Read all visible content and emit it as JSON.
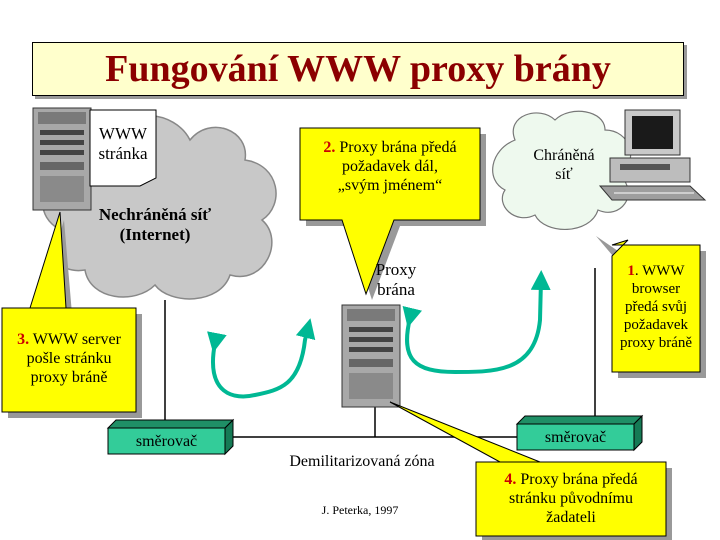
{
  "title": "Fungování WWW proxy brány",
  "webpage": {
    "line1": "WWW",
    "line2": "stránka"
  },
  "unprotected_net": {
    "line1": "Nechráněná síť",
    "line2": "(Internet)"
  },
  "protected_net": {
    "line1": "Chráněná",
    "line2": "síť"
  },
  "proxy_label": {
    "line1": "Proxy",
    "line2": "brána"
  },
  "callout2": {
    "num": "2.",
    "line1": " Proxy brána předá",
    "line2": "požadavek dál,",
    "line3": "„svým jménem“"
  },
  "callout1": {
    "num": "1",
    "line1": ". WWW",
    "line2": "browser",
    "line3": "předá svůj",
    "line4": "požadavek",
    "line5": "proxy bráně"
  },
  "callout3": {
    "num": "3.",
    "line1": " WWW server",
    "line2": "pošle stránku",
    "line3": "proxy bráně"
  },
  "callout4": {
    "num": "4.",
    "line1": " Proxy brána předá",
    "line2": "stránku původnímu",
    "line3": "žadateli"
  },
  "router_left": "směrovač",
  "router_right": "směrovač",
  "dmz": "Demilitarizovaná zóna",
  "author": "J. Peterka, 1997",
  "colors": {
    "title": "#8b0000",
    "callout_fill": "#ffff00",
    "router_fill": "#33cc99",
    "arrow": "#00b894",
    "number": "#cc0000"
  }
}
